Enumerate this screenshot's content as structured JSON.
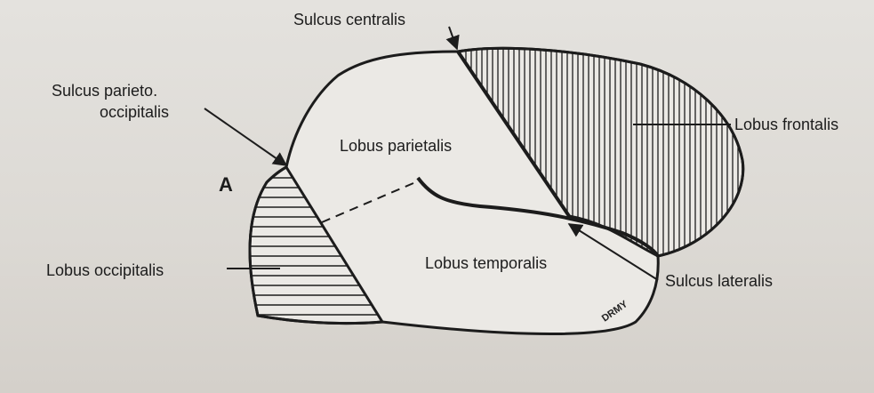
{
  "figure": {
    "panel_letter": "A",
    "labels": {
      "sulcus_centralis": "Sulcus centralis",
      "sulcus_parieto_line1": "Sulcus parieto.",
      "sulcus_parieto_line2": "occipitalis",
      "lobus_frontalis": "Lobus frontalis",
      "lobus_parietalis": "Lobus parietalis",
      "lobus_occipitalis": "Lobus occipitalis",
      "lobus_temporalis": "Lobus temporalis",
      "sulcus_lateralis": "Sulcus lateralis"
    },
    "signature": "DRMY",
    "colors": {
      "ink": "#1c1c1c",
      "paper": "#e4e2de",
      "brain_fill": "#ebe9e5"
    }
  }
}
